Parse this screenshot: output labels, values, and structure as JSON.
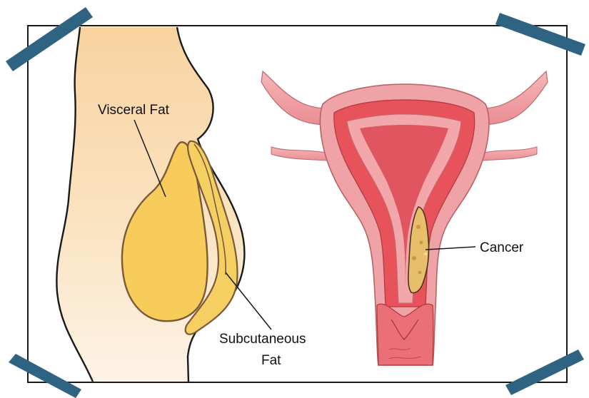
{
  "labels": {
    "visceral_fat": "Visceral Fat",
    "subcutaneous_line1": "Subcutaneous",
    "subcutaneous_line2": "Fat",
    "cancer": "Cancer"
  },
  "colors": {
    "frame_border": "#1a1a1a",
    "tape": "#2e6382",
    "body_fill": "#f9d9a6",
    "body_fill_light": "#fdf1e0",
    "visceral_fat": "#f8cc5a",
    "subcutaneous_fat": "#f6cf63",
    "fat_outline": "#7a5a38",
    "uterus_outer": "#f0a3a6",
    "uterus_inner": "#e8525b",
    "uterus_lining": "#f6b4b7",
    "tumor": "#e7bf6b",
    "leader_line": "#1a1a1a"
  },
  "icons": [
    "tape-top-left",
    "tape-top-right",
    "tape-bottom-left",
    "tape-bottom-right"
  ]
}
